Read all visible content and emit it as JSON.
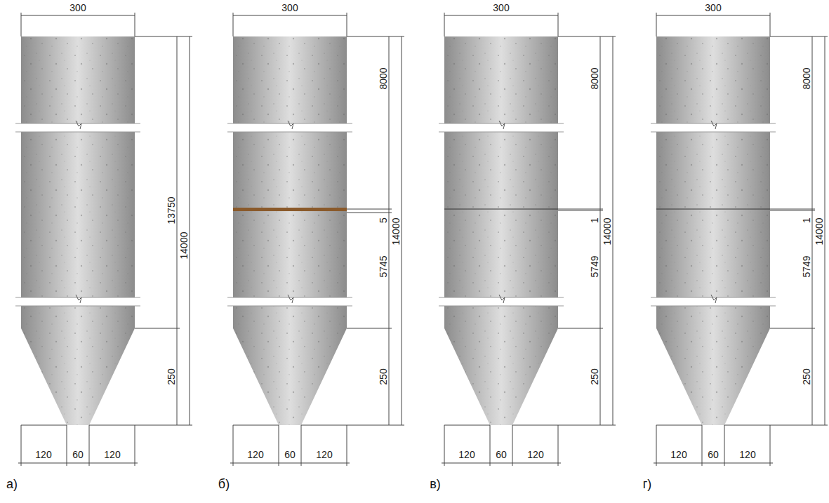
{
  "diagram": {
    "labels": [
      "300",
      "13750",
      "14000",
      "250",
      "120",
      "60",
      "120",
      "а)",
      "300",
      "8000",
      "5",
      "5745",
      "14000",
      "250",
      "120",
      "60",
      "120",
      "б)",
      "300",
      "8000",
      "1",
      "5749",
      "14000",
      "250",
      "120",
      "60",
      "120",
      "в)",
      "300",
      "8000",
      "1",
      "5749",
      "14000",
      "250",
      "120",
      "60",
      "120",
      "г)"
    ]
  }
}
